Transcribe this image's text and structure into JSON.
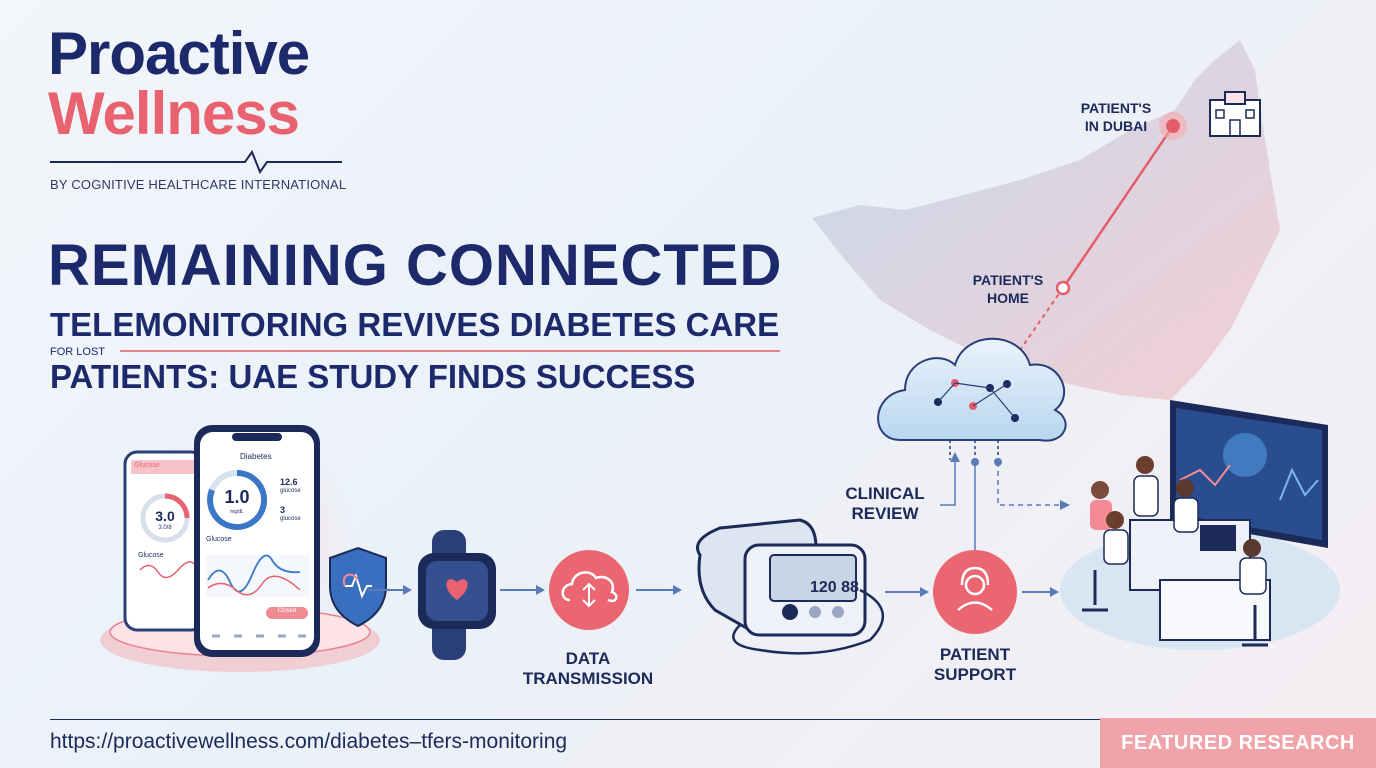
{
  "brand": {
    "line1": "Proactive",
    "line2": "Wellness",
    "byline": "BY COGNITIVE HEALTHCARE INTERNATIONAL"
  },
  "headline": {
    "title": "REMAINING CONNECTED",
    "subtitle_line1": "TELEMONITORING REVIVES DIABETES CARE",
    "for_lost": "FOR LOST",
    "subtitle_line2": "PATIENTS: UAE STUDY FINDS SUCCESS"
  },
  "map": {
    "dubai_line1": "PATIENT'S",
    "dubai_line2": "IN DUBAI",
    "home_line1": "PATIENT'S",
    "home_line2": "HOME"
  },
  "phone_main": {
    "title": "Diabetes",
    "gauge_value": "1.0",
    "gauge_unit": "mg/dL",
    "stat1_value": "12.6",
    "stat1_unit": "glucose",
    "stat2_value": "3",
    "stat2_unit": "glucose",
    "chart_label": "Glucose",
    "button_label": "Closed"
  },
  "phone_back": {
    "header": "Glucose",
    "gauge_value": "3.0",
    "gauge_unit": "3.0/8",
    "chart_label": "Glucose"
  },
  "monitor": {
    "display_value": "120 88"
  },
  "flow": {
    "data_transmission_line1": "DATA",
    "data_transmission_line2": "TRANSMISSION",
    "clinical_review_line1": "CLINICAL",
    "clinical_review_line2": "REVIEW",
    "patient_support_line1": "PATIENT",
    "patient_support_line2": "SUPPORT"
  },
  "footer": {
    "url": "https://proactivewellness.com/diabetes–tfers-monitoring",
    "badge": "FEATURED RESEARCH"
  },
  "colors": {
    "navy": "#1c2a6b",
    "coral": "#e8636f",
    "badge": "#f0a3a9"
  }
}
